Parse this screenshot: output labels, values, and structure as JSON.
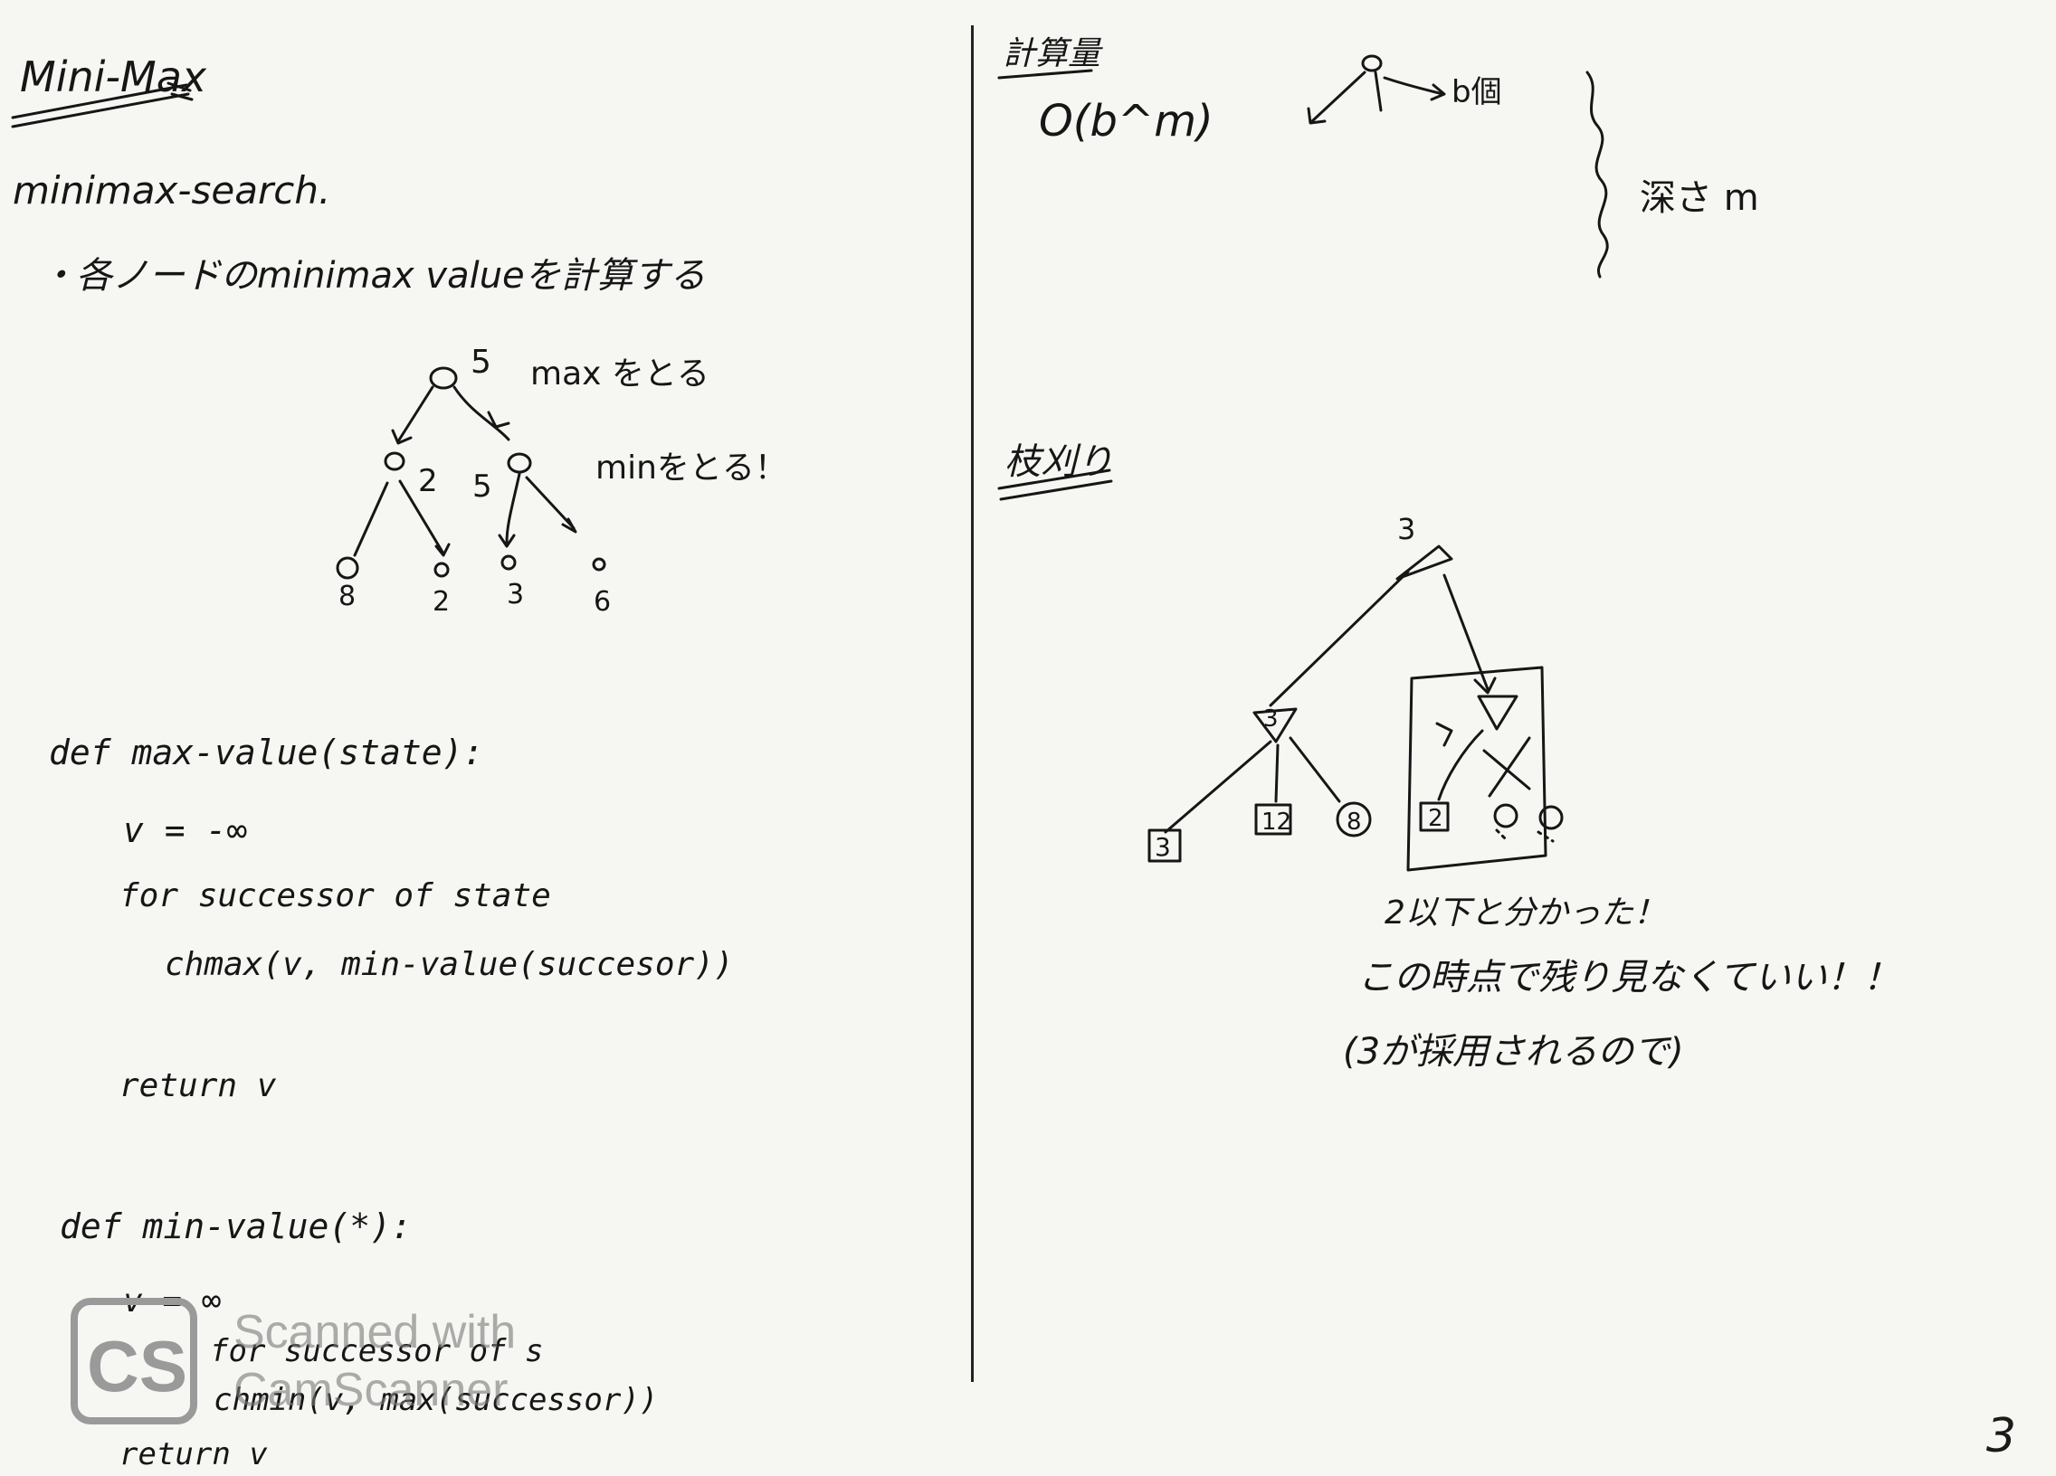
{
  "left": {
    "title": "Mini-Max",
    "subtitle": "minimax-search.",
    "bullet": "・各ノードのminimax valueを計算する",
    "tree": {
      "root_value": "5",
      "root_note": "max をとる",
      "min_note": "minをとる！",
      "child_values": [
        "2",
        "5"
      ],
      "leaf_values": [
        "8",
        "2",
        "3",
        "6"
      ]
    },
    "max_value_code": [
      "def max-value(state):",
      "v = -∞",
      "for successor of state",
      "chmax(v, min-value(succesor))",
      "return v"
    ],
    "min_value_code": [
      "def min-value(*):",
      "v = ∞",
      "for successor of s",
      "chmin(v, max(successor))",
      "return v"
    ]
  },
  "right": {
    "complexity_heading": "計算量",
    "complexity": "O(b^m)",
    "branch_label": "b個",
    "depth_label": "深さ m",
    "pruning_heading": "枝刈り",
    "prune_tree": {
      "root": "3",
      "min_node": "3",
      "leaves": [
        "3",
        "12",
        "8",
        "2"
      ]
    },
    "notes": [
      "2以下と分かった！",
      "この時点で残り見なくていい！！",
      "(3が採用されるので)"
    ]
  },
  "watermark": {
    "logo": "CS",
    "line1": "Scanned with",
    "line2": "CamScanner"
  },
  "page_number": "3",
  "colors": {
    "ink": "#161616",
    "paper": "#f6f6f3",
    "watermark": "#9a9a9a"
  }
}
